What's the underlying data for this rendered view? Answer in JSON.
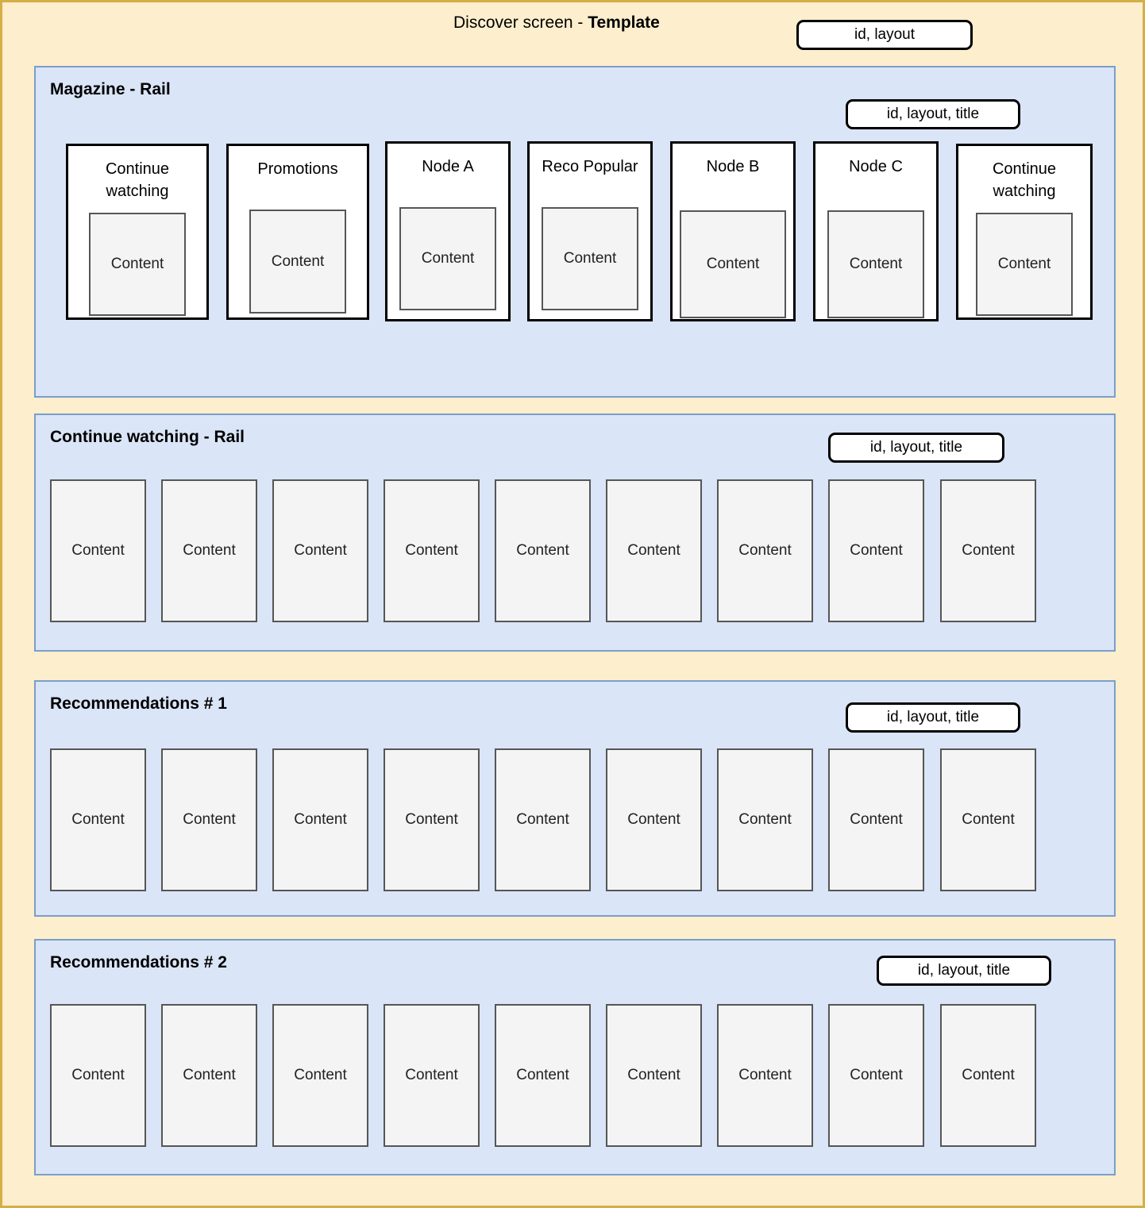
{
  "header": {
    "title_prefix": "Discover screen - ",
    "title_strong": "Template",
    "badge": "id, layout"
  },
  "badge_labels": {
    "id_layout_title": "id, layout, title"
  },
  "content_label": "Content",
  "sections": [
    {
      "name": "magazine-rail",
      "title": "Magazine - Rail",
      "badge": "id, layout, title",
      "cards": [
        {
          "title": "Continue watching",
          "lines": 2,
          "content": "Content"
        },
        {
          "title": "Promotions",
          "lines": 1,
          "content": "Content"
        },
        {
          "title": "Node A",
          "lines": 1,
          "content": "Content"
        },
        {
          "title": "Reco Popular",
          "lines": 1,
          "content": "Content"
        },
        {
          "title": "Node B",
          "lines": 1,
          "content": "Content"
        },
        {
          "title": "Node C",
          "lines": 1,
          "content": "Content"
        },
        {
          "title": "Continue watching",
          "lines": 2,
          "content": "Content"
        }
      ]
    },
    {
      "name": "continue-watching-rail",
      "title": "Continue watching - Rail",
      "badge": "id, layout, title",
      "tiles": [
        "Content",
        "Content",
        "Content",
        "Content",
        "Content",
        "Content",
        "Content",
        "Content",
        "Content"
      ]
    },
    {
      "name": "recommendations-1",
      "title": "Recommendations # 1",
      "badge": "id, layout, title",
      "tiles": [
        "Content",
        "Content",
        "Content",
        "Content",
        "Content",
        "Content",
        "Content",
        "Content",
        "Content"
      ]
    },
    {
      "name": "recommendations-2",
      "title": "Recommendations # 2",
      "badge": "id, layout, title",
      "tiles": [
        "Content",
        "Content",
        "Content",
        "Content",
        "Content",
        "Content",
        "Content",
        "Content",
        "Content"
      ]
    }
  ],
  "colors": {
    "page_background": "#fdeecd",
    "page_border": "#d4af47",
    "panel_background": "#dae5f7",
    "panel_border": "#7b9ec9",
    "tile_background": "#f4f4f4",
    "tile_border": "#565656",
    "card_border": "#000000"
  }
}
